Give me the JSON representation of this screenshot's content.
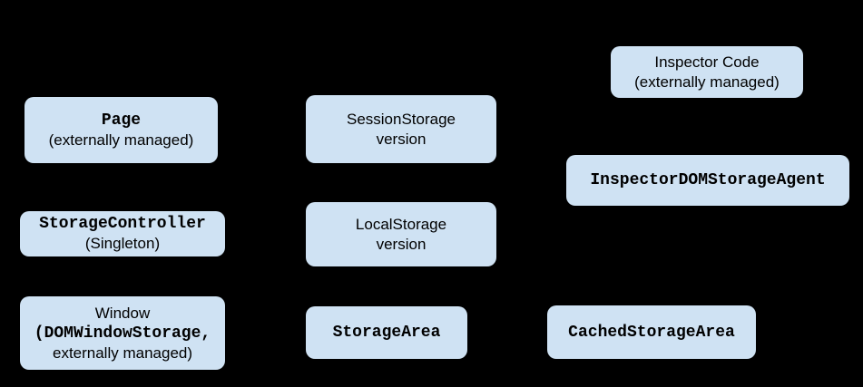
{
  "colors": {
    "background": "#000000",
    "node_fill": "#cfe2f3",
    "text": "#000000"
  },
  "diagram": {
    "nodes": {
      "page": {
        "line1": "Page",
        "line2": "(externally managed)"
      },
      "session_storage": {
        "line1": "SessionStorage",
        "line2": "version"
      },
      "inspector_code": {
        "line1": "Inspector Code",
        "line2": "(externally managed)"
      },
      "storage_controller": {
        "line1": "StorageController",
        "line2": "(Singleton)"
      },
      "local_storage": {
        "line1": "LocalStorage",
        "line2": "version"
      },
      "inspector_dom_storage_agent": {
        "line1": "InspectorDOMStorageAgent"
      },
      "window": {
        "line1": "Window",
        "line2": "(DOMWindowStorage,",
        "line3": "externally managed)"
      },
      "storage_area": {
        "line1": "StorageArea"
      },
      "cached_storage_area": {
        "line1": "CachedStorageArea"
      }
    }
  }
}
